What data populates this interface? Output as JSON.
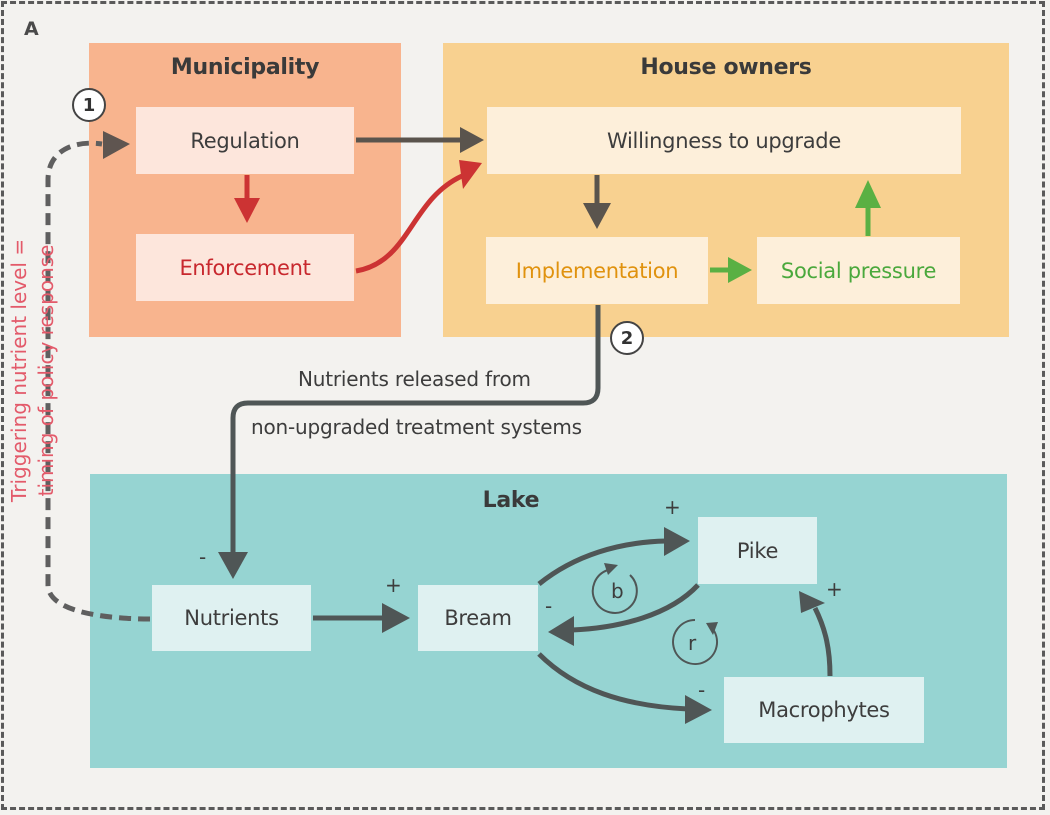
{
  "panel_label": "A",
  "groups": {
    "municipality": {
      "title": "Municipality",
      "color": "#f8b48e"
    },
    "house_owners": {
      "title": "House owners",
      "color": "#f8d190"
    },
    "lake": {
      "title": "Lake",
      "color": "#96d4d2"
    }
  },
  "nodes": {
    "regulation": {
      "label": "Regulation",
      "color": "#3d3d3d"
    },
    "enforcement": {
      "label": "Enforcement",
      "color": "#c8282e"
    },
    "willingness": {
      "label": "Willingness to upgrade",
      "color": "#3d3d3d"
    },
    "implementation": {
      "label": "Implementation",
      "color": "#e0920e"
    },
    "social_pressure": {
      "label": "Social pressure",
      "color": "#4aa83c"
    },
    "nutrients": {
      "label": "Nutrients",
      "color": "#3d3d3d"
    },
    "bream": {
      "label": "Bream",
      "color": "#3d3d3d"
    },
    "pike": {
      "label": "Pike",
      "color": "#3d3d3d"
    },
    "macrophytes": {
      "label": "Macrophytes",
      "color": "#3d3d3d"
    }
  },
  "badges": {
    "one": "1",
    "two": "2"
  },
  "flow_label": {
    "line1": "Nutrients released from",
    "line2": "non-upgraded treatment systems"
  },
  "side_label": {
    "line1": "Triggering nutrient level =",
    "line2": "timing of policy response"
  },
  "signs": {
    "to_nutrients": "-",
    "nutrients_to_bream": "+",
    "bream_to_pike": "+",
    "pike_to_bream": "-",
    "bream_to_macrophytes": "-",
    "macrophytes_to_pike": "+"
  },
  "loops": {
    "balancing": "b",
    "reinforcing": "r"
  },
  "edges": [
    {
      "from": "regulation",
      "to": "willingness",
      "style": "solid",
      "color": "#5a544d"
    },
    {
      "from": "regulation",
      "to": "enforcement",
      "style": "solid",
      "color": "#c8282e"
    },
    {
      "from": "enforcement",
      "to": "willingness",
      "style": "solid",
      "color": "#c8282e"
    },
    {
      "from": "willingness",
      "to": "implementation",
      "style": "solid",
      "color": "#5a544d"
    },
    {
      "from": "implementation",
      "to": "social_pressure",
      "style": "solid",
      "color": "#5ab043"
    },
    {
      "from": "social_pressure",
      "to": "willingness",
      "style": "solid",
      "color": "#5ab043"
    },
    {
      "from": "implementation",
      "to": "nutrients",
      "style": "solid",
      "color": "#4f5656"
    },
    {
      "from": "nutrients",
      "to": "bream",
      "style": "solid",
      "color": "#4f5656"
    },
    {
      "from": "bream",
      "to": "pike",
      "style": "solid",
      "color": "#4f5656"
    },
    {
      "from": "pike",
      "to": "bream",
      "style": "solid",
      "color": "#4f5656"
    },
    {
      "from": "bream",
      "to": "macrophytes",
      "style": "solid",
      "color": "#4f5656"
    },
    {
      "from": "macrophytes",
      "to": "pike",
      "style": "solid",
      "color": "#4f5656"
    },
    {
      "from": "nutrients",
      "to": "regulation",
      "style": "dashed",
      "color": "#5a5a5a"
    }
  ]
}
